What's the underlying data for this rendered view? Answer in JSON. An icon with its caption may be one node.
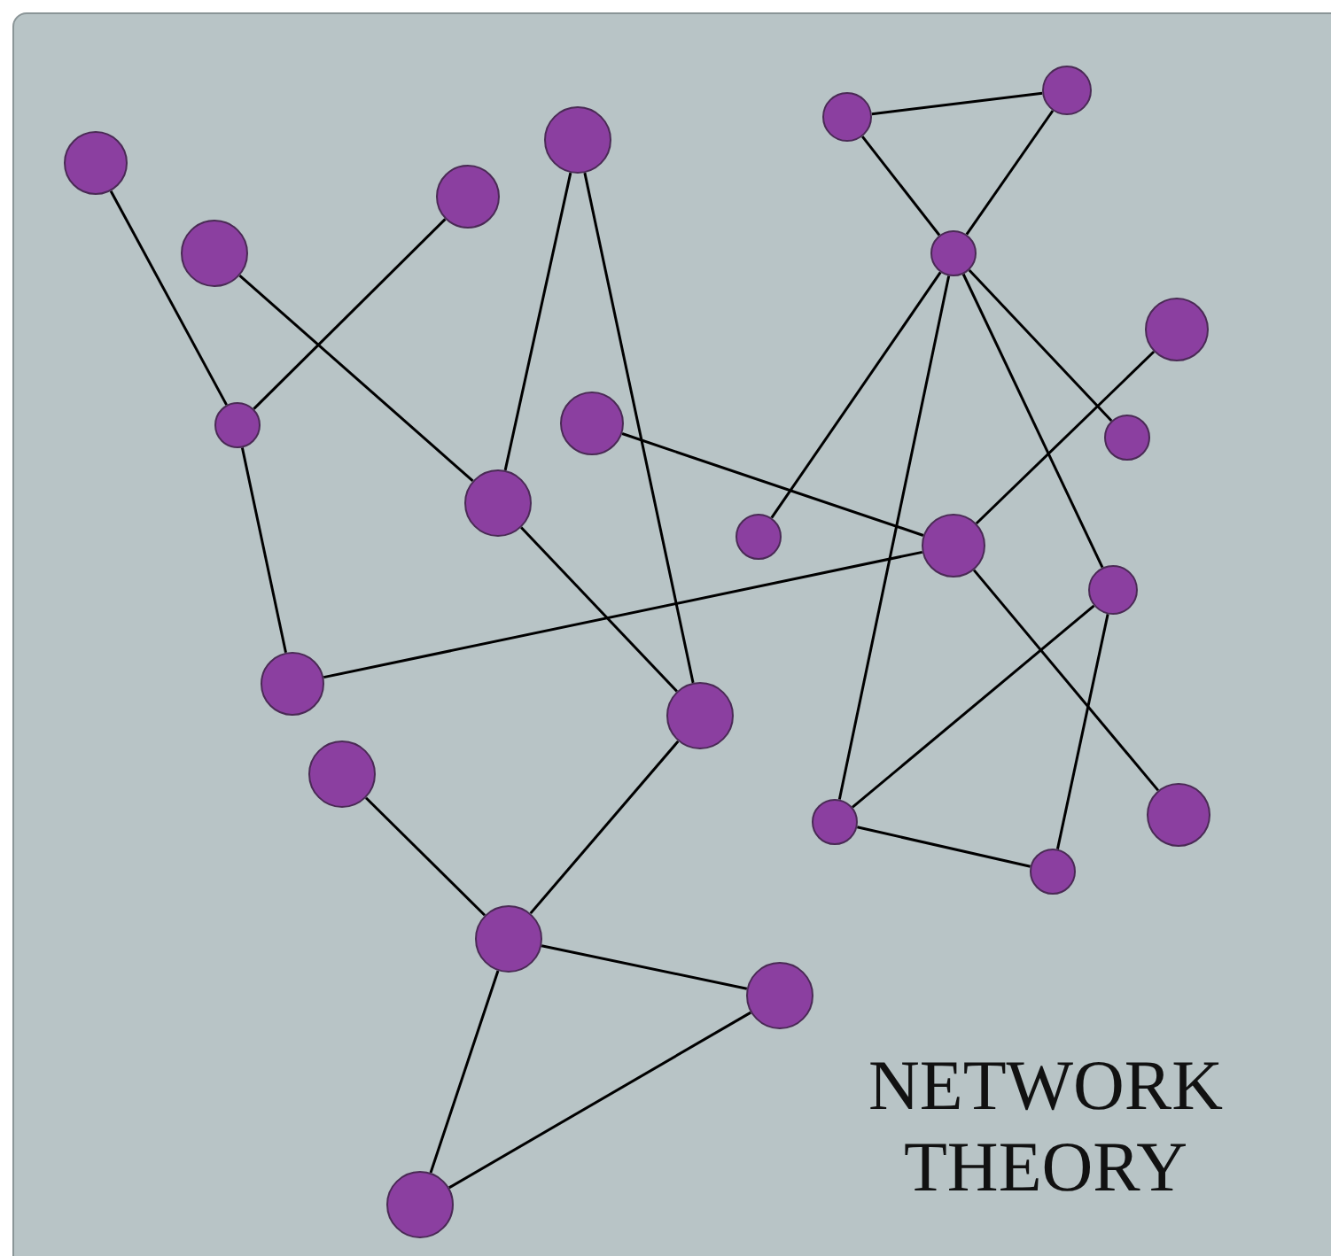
{
  "diagram": {
    "title": "NETWORK THEORY",
    "nodes": [
      {
        "text": [],
        "shape": "circle"
      },
      {
        "text": [],
        "shape": "circle"
      },
      {
        "text": [],
        "shape": "circle"
      },
      {
        "text": [],
        "shape": "circle"
      },
      {
        "text": [],
        "shape": "circle"
      },
      {
        "text": [],
        "shape": "circle"
      },
      {
        "text": [],
        "shape": "circle"
      },
      {
        "text": [],
        "shape": "circle"
      },
      {
        "text": [],
        "shape": "circle"
      },
      {
        "text": [],
        "shape": "circle"
      },
      {
        "text": [],
        "shape": "circle"
      },
      {
        "text": [],
        "shape": "circle"
      },
      {
        "text": [],
        "shape": "circle"
      },
      {
        "text": [],
        "shape": "circle"
      },
      {
        "text": [],
        "shape": "circle"
      },
      {
        "text": [],
        "shape": "circle"
      },
      {
        "text": [],
        "shape": "circle"
      },
      {
        "text": [],
        "shape": "circle"
      },
      {
        "text": [],
        "shape": "circle"
      },
      {
        "text": [],
        "shape": "circle"
      },
      {
        "text": [],
        "shape": "circle"
      },
      {
        "text": [],
        "shape": "circle"
      },
      {
        "text": [],
        "shape": "circle"
      },
      {
        "text": [],
        "shape": "circle"
      }
    ],
    "edges": [
      {
        "from": 0,
        "to": 8,
        "arrow": "none"
      },
      {
        "from": 2,
        "to": 8,
        "arrow": "none"
      },
      {
        "from": 8,
        "to": 15,
        "arrow": "none"
      },
      {
        "from": 1,
        "to": 11,
        "arrow": "none"
      },
      {
        "from": 3,
        "to": 11,
        "arrow": "none"
      },
      {
        "from": 3,
        "to": 16,
        "arrow": "none"
      },
      {
        "from": 11,
        "to": 16,
        "arrow": "none"
      },
      {
        "from": 16,
        "to": 21,
        "arrow": "none"
      },
      {
        "from": 17,
        "to": 21,
        "arrow": "none"
      },
      {
        "from": 21,
        "to": 22,
        "arrow": "none"
      },
      {
        "from": 21,
        "to": 23,
        "arrow": "none"
      },
      {
        "from": 23,
        "to": 22,
        "arrow": "none"
      },
      {
        "from": 9,
        "to": 13,
        "arrow": "none"
      },
      {
        "from": 15,
        "to": 13,
        "arrow": "none"
      },
      {
        "from": 4,
        "to": 5,
        "arrow": "none"
      },
      {
        "from": 4,
        "to": 6,
        "arrow": "none"
      },
      {
        "from": 5,
        "to": 6,
        "arrow": "none"
      },
      {
        "from": 6,
        "to": 12,
        "arrow": "none"
      },
      {
        "from": 6,
        "to": 10,
        "arrow": "none"
      },
      {
        "from": 6,
        "to": 14,
        "arrow": "none"
      },
      {
        "from": 6,
        "to": 18,
        "arrow": "none"
      },
      {
        "from": 7,
        "to": 13,
        "arrow": "none"
      },
      {
        "from": 13,
        "to": 19,
        "arrow": "none"
      },
      {
        "from": 14,
        "to": 18,
        "arrow": "none"
      },
      {
        "from": 14,
        "to": 20,
        "arrow": "none"
      },
      {
        "from": 18,
        "to": 20,
        "arrow": "none"
      }
    ]
  }
}
